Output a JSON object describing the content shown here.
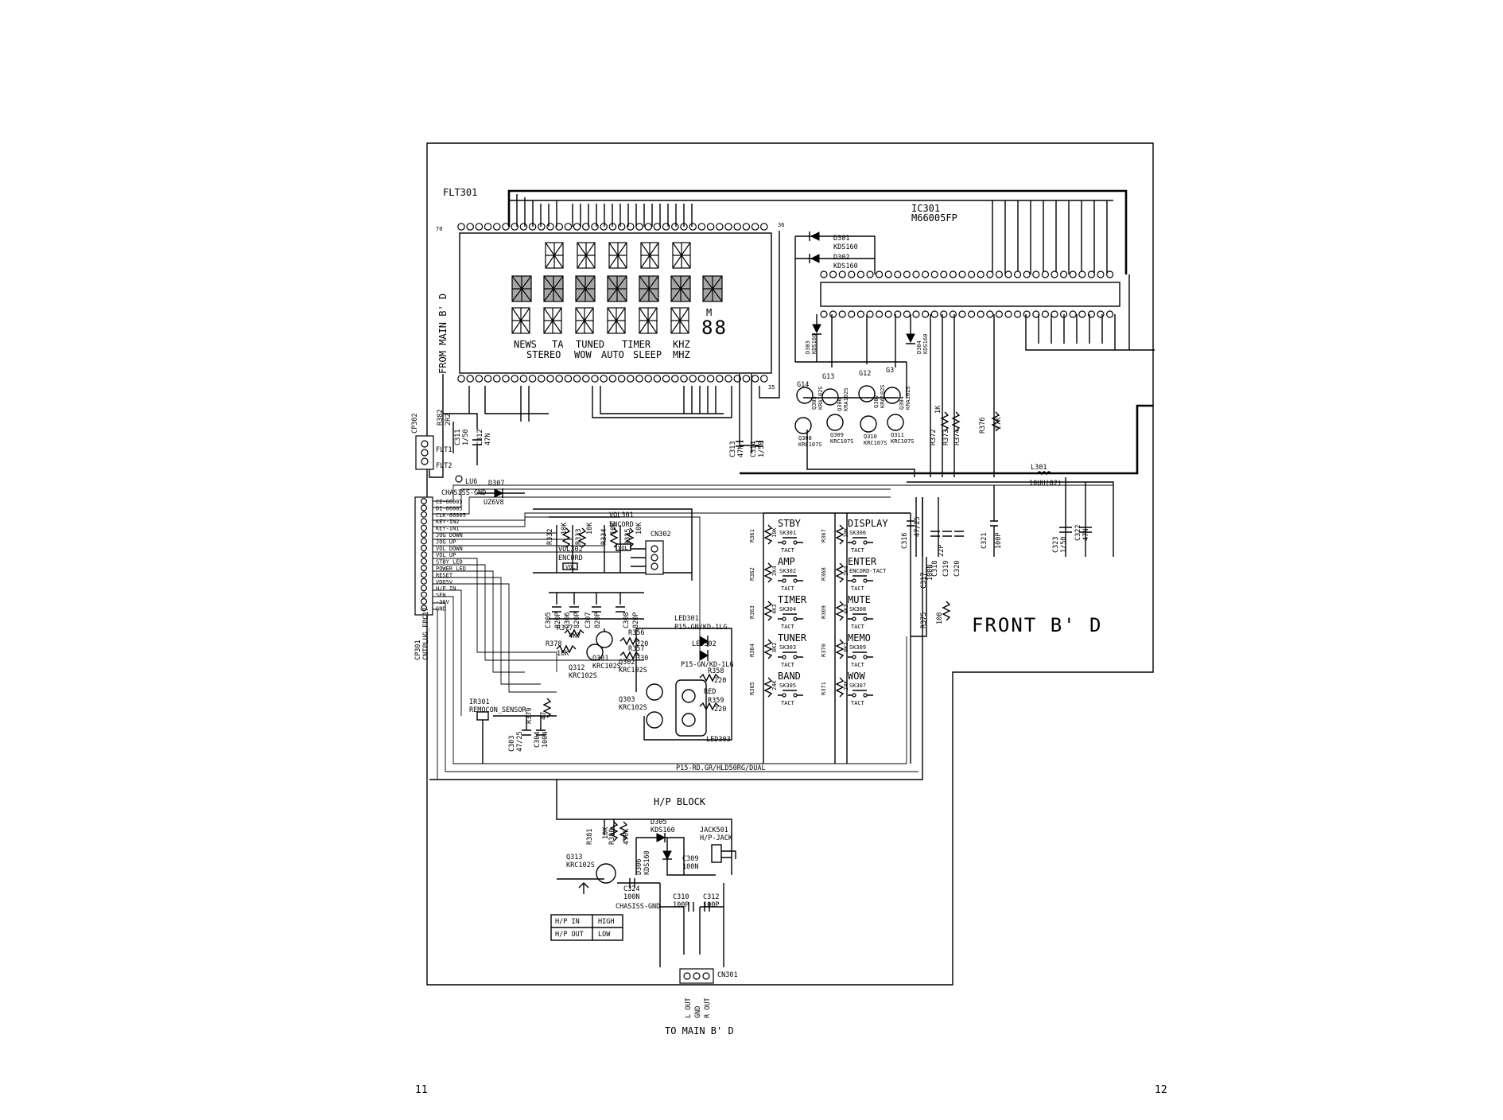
{
  "page_numbers": {
    "left": "11",
    "right": "12"
  },
  "board": {
    "title": "FRONT B' D",
    "from_main": "FROM MAIN B' D",
    "to_main": "TO MAIN B' D"
  },
  "display": {
    "ref": "FLT301",
    "pin_first": "70",
    "pin_mid": "36",
    "pin_last": "35",
    "annunciators_row1": [
      "NEWS",
      "TA",
      "TUNED",
      "TIMER",
      "KHZ"
    ],
    "annunciators_row2": [
      "STEREO",
      "WOW",
      "AUTO",
      "SLEEP",
      "MHZ"
    ],
    "memory_label": "M"
  },
  "ic": {
    "ref": "IC301",
    "part": "M66005FP"
  },
  "diodes_top": [
    {
      "ref": "D301",
      "part": "KDS160"
    },
    {
      "ref": "D302",
      "part": "KDS160"
    },
    {
      "ref": "D303",
      "part": "KDS160"
    },
    {
      "ref": "D304",
      "part": "KDS160"
    }
  ],
  "grid_transistors": {
    "groups": [
      "G14",
      "G13",
      "G12",
      "G3"
    ],
    "upper": [
      {
        "ref": "Q305",
        "part": "KRA102S"
      },
      {
        "ref": "Q306",
        "part": "KRA102S"
      },
      {
        "ref": "Q307",
        "part": "KRA102S"
      },
      {
        "ref": "Q304",
        "part": "KRA102S"
      }
    ],
    "lower": [
      {
        "ref": "Q308",
        "part": "KRC107S"
      },
      {
        "ref": "Q309",
        "part": "KRC107S"
      },
      {
        "ref": "Q310",
        "part": "KRC107S"
      },
      {
        "ref": "Q311",
        "part": "KRC107S"
      }
    ]
  },
  "misc_parts": {
    "r372": "R372",
    "r373": "R373",
    "r374": "R374",
    "r372v": "1K",
    "r376": "R376",
    "r376v": "27K",
    "l301": "L301",
    "l301v": "10UH(02)",
    "c311": "C311",
    "c311v": "1/50",
    "c312": "C312",
    "c312v": "47N",
    "c313": "C313",
    "c313v": "47N",
    "c314": "C314",
    "c314v": "1/50",
    "c321": "C321",
    "c321v": "100P",
    "c323": "C323",
    "c323v": "1/50",
    "c322": "C322",
    "c322v": "47N",
    "c316": "C316",
    "c316v": "47/25",
    "c317": "C317",
    "c317v": "100N",
    "c318": "C318",
    "c319": "C319",
    "c320": "C320",
    "c318v": "22P",
    "r375": "R375",
    "r375v": "100",
    "r382": "R382",
    "r382v": "2R2",
    "cp302": "CP302",
    "flt1": "FLT1",
    "flt2": "FLT2",
    "lu6": "LU6",
    "chassis_gnd": "CHASISS-GND",
    "d307": "D307",
    "d307v": "UZ6V8"
  },
  "connector_cp301": {
    "ref": "CP301",
    "part": "CNTPLUG_FPC17",
    "pins": [
      "CE-66005",
      "DI-66005",
      "CLK-66005",
      "KEY-IN2",
      "KEY-IN1",
      "JOG DOWN",
      "JOG UP",
      "VOL DOWN",
      "VOL UP",
      "STBY LED",
      "POWER LED",
      "RESET",
      "VDD5V",
      "H/P IN",
      "SEN",
      "-30V",
      "GND"
    ]
  },
  "encoders": {
    "r332": "R332",
    "r333": "R333",
    "r334": "R334",
    "r335": "R335",
    "rv": "10K",
    "vol302": "VOL302",
    "vol301": "VOL301",
    "encord": "ENCORD",
    "vol": "VOL",
    "cn302": "CN302",
    "caps": [
      {
        "ref": "C305",
        "val": "820P"
      },
      {
        "ref": "C306",
        "val": "820P"
      },
      {
        "ref": "C307",
        "val": "820P"
      },
      {
        "ref": "C308",
        "val": "820P"
      }
    ]
  },
  "led_block": {
    "led301": "LED301",
    "led301p": "P15-GN/KD-1LG",
    "led302": "LED302",
    "led302p": "P15-GN/KD-1LG",
    "led303": "LED303",
    "led303p": "P15-RD.GR/HLD50RG/DUAL",
    "red": "RED",
    "r356": "R356",
    "r356v": "220",
    "r357": "R357",
    "r357v": "330",
    "r358": "R358",
    "r358v": "220",
    "r359": "R359",
    "r359v": "220",
    "r377": "R377",
    "r377v": "4K7",
    "r378": "R378",
    "r378v": "10K",
    "q301": "Q301",
    "q301p": "KRC102S",
    "q302": "Q302",
    "q302p": "KRC102S",
    "q303": "Q303",
    "q303p": "KRC102S",
    "q312": "Q312",
    "q312p": "KRC102S"
  },
  "remocon": {
    "ref": "IR301",
    "part": "REMOCON_SENSOR",
    "r379": "R379",
    "r379v": "47",
    "c303": "C303",
    "c303v": "47/25",
    "c304": "C304",
    "c304v": "100N"
  },
  "keys": {
    "left": [
      {
        "label": "STBY",
        "sw": "SK301",
        "r": "R361",
        "rv": "10K"
      },
      {
        "label": "AMP",
        "sw": "SK302",
        "r": "R362",
        "rv": "2K4"
      },
      {
        "label": "TIMER",
        "sw": "SK304",
        "r": "R363",
        "rv": "4K3"
      },
      {
        "label": "TUNER",
        "sw": "SK303",
        "r": "R364",
        "rv": "8K2"
      },
      {
        "label": "BAND",
        "sw": "SK305",
        "r": "R365",
        "rv": "24K"
      }
    ],
    "right": [
      {
        "label": "DISPLAY",
        "sw": "SK306",
        "r": "R367",
        "rv": "10K"
      },
      {
        "label": "ENTER",
        "sw": "ENCORD-TACT",
        "r": "R368",
        "rv": "2K4"
      },
      {
        "label": "MUTE",
        "sw": "SK308",
        "r": "R369",
        "rv": "4K3"
      },
      {
        "label": "MEMO",
        "sw": "SK309",
        "r": "R370",
        "rv": "8K2"
      },
      {
        "label": "WOW",
        "sw": "SK307",
        "r": "R371",
        "rv": "24K"
      }
    ],
    "tact": "TACT"
  },
  "hp_block": {
    "title": "H/P BLOCK",
    "r381": "R381",
    "r381v": "10K",
    "r380": "R380",
    "r380v": "470K",
    "q313": "Q313",
    "q313p": "KRC102S",
    "d305": "D305",
    "d305p": "KDS160",
    "d306": "D306",
    "d306p": "KDS160",
    "c309": "C309",
    "c309v": "100N",
    "c324": "C324",
    "c324v": "100N",
    "c310": "C310",
    "c310v": "100P",
    "c312": "C312",
    "c312v": "100P",
    "jack": "JACK501",
    "jackp": "H/P-JACK",
    "gnd": "CHASISS-GND",
    "cn301": "CN301",
    "cn301_pins": [
      "L OUT",
      "GND",
      "R OUT"
    ],
    "table": [
      [
        "H/P IN",
        "HIGH"
      ],
      [
        "H/P OUT",
        "LOW"
      ]
    ]
  }
}
